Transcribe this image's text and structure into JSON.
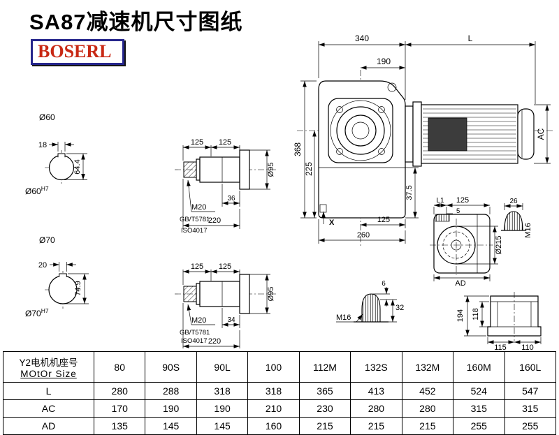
{
  "header": {
    "title": "SA87减速机尺寸图纸",
    "logo_text": "BOSERL"
  },
  "colors": {
    "logo_border": "#26268c",
    "logo_text": "#c82814",
    "line": "#000000"
  },
  "front": {
    "d340": "340",
    "dL": "L",
    "d190": "190",
    "d368": "368",
    "d225": "225",
    "d375": "37.5",
    "d125": "125",
    "d260": "260",
    "x_label": "X",
    "dAC": "AC"
  },
  "shaft60": {
    "label": "Ø60",
    "d18": "18",
    "d644": "64.4",
    "bore": "Ø60",
    "tol": "H7"
  },
  "shaft70": {
    "label": "Ø70",
    "d20": "20",
    "d749": "74.9",
    "bore": "Ø70",
    "tol": "H7"
  },
  "detailA": {
    "d125a": "125",
    "d125b": "125",
    "thread": "M20",
    "std1": "GB/T5781",
    "std2": "ISO4017",
    "d36": "36",
    "d220": "220",
    "d95": "Ø95"
  },
  "detailB": {
    "d125a": "125",
    "d125b": "125",
    "thread": "M20",
    "std1": "GB/T5781",
    "std2": "ISO4017",
    "d34": "34",
    "d220": "220",
    "d95": "Ø95"
  },
  "side": {
    "dL1": "L1",
    "d125": "125",
    "d5": "5",
    "d26": "26",
    "thread": "M16",
    "d215": "Ø215",
    "dAD": "AD"
  },
  "plug": {
    "d6": "6",
    "d32": "32",
    "thread": "M16"
  },
  "bottom": {
    "d194": "194",
    "d118": "118",
    "d115": "115",
    "d110": "110"
  },
  "table": {
    "header_line1": "Y2电机机座号",
    "header_line2": "MOtOr Size",
    "columns": [
      "80",
      "90S",
      "90L",
      "100",
      "112M",
      "132S",
      "132M",
      "160M",
      "160L"
    ],
    "rows": [
      {
        "label": "L",
        "values": [
          "280",
          "288",
          "318",
          "318",
          "365",
          "413",
          "452",
          "524",
          "547"
        ]
      },
      {
        "label": "AC",
        "values": [
          "170",
          "190",
          "190",
          "210",
          "230",
          "280",
          "280",
          "315",
          "315"
        ]
      },
      {
        "label": "AD",
        "values": [
          "135",
          "145",
          "145",
          "160",
          "215",
          "215",
          "215",
          "255",
          "255"
        ]
      }
    ]
  }
}
